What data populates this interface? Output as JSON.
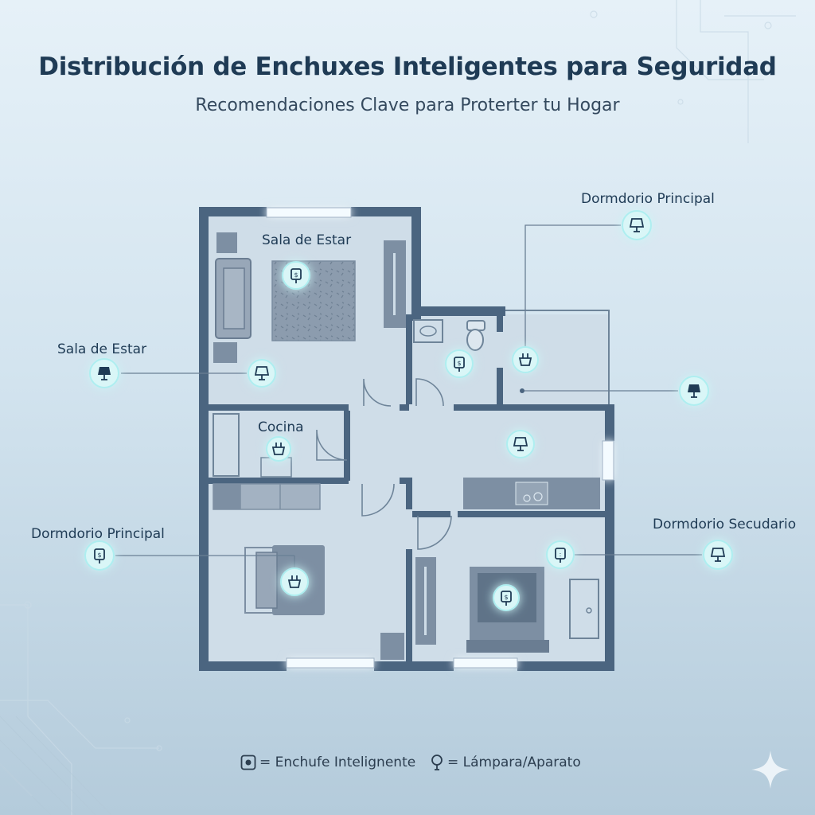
{
  "title": "Distribución de Enchuxes Inteligentes para Seguridad",
  "subtitle": "Recomendaciones Clave para Proterter tu Hogar",
  "plan_labels": {
    "sala": "Sala de Estar",
    "cocina": "Cocina"
  },
  "callouts": {
    "left_top": "Sala de Estar",
    "left_bottom": "Dormdorio Principal",
    "right_top": "Dormdorio Principal",
    "right_bottom": "Dormdorio Secudario"
  },
  "legend": {
    "plug_text": "= Enchufe Intelignente",
    "lamp_text": "= Lámpara/Aparato"
  },
  "colors": {
    "wall": "#4b6580",
    "accent_glow": "#bdf3f5",
    "title": "#1f3b55"
  }
}
